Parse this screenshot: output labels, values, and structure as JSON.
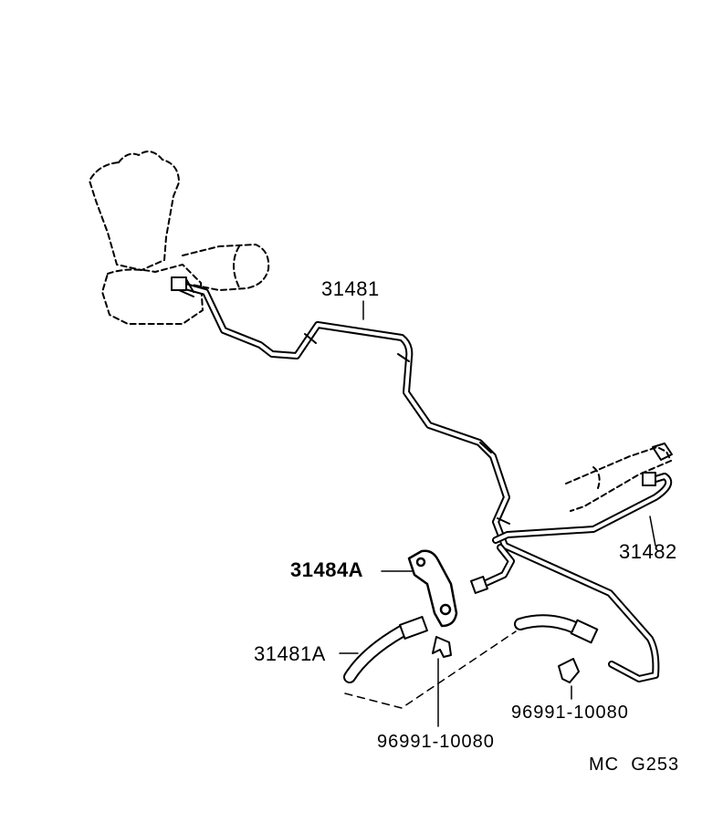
{
  "labels": {
    "pipe_main": "31481",
    "pipe_rear": "31482",
    "bracket": "31484A",
    "hose": "31481A",
    "clip_left": "96991-10080",
    "clip_right": "96991-10080"
  },
  "diagram_code": "MC  G253",
  "colors": {
    "ink": "#000000",
    "paper": "#ffffff"
  }
}
